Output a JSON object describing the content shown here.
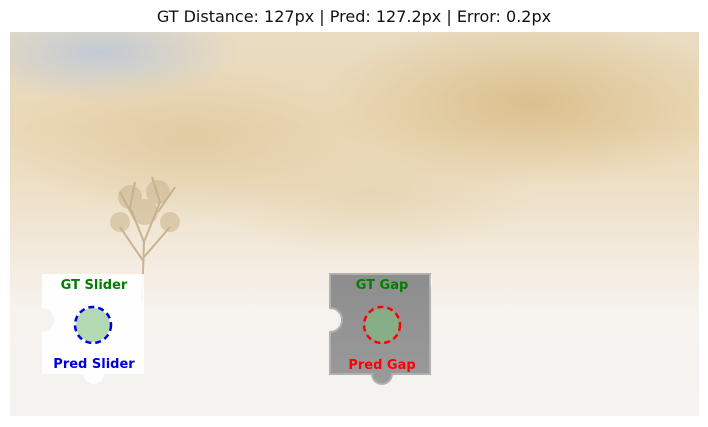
{
  "title": "GT Distance: 127px | Pred: 127.2px | Error: 0.2px",
  "slider": {
    "gt_label": "GT Slider",
    "pred_label": "Pred Slider",
    "gt_color": "#008000",
    "pred_color": "#0000dd"
  },
  "gap": {
    "gt_label": "GT Gap",
    "pred_label": "Pred Gap",
    "gt_color": "#008000",
    "pred_color": "#ff0000"
  },
  "marker_fill": "#7fbf7f"
}
